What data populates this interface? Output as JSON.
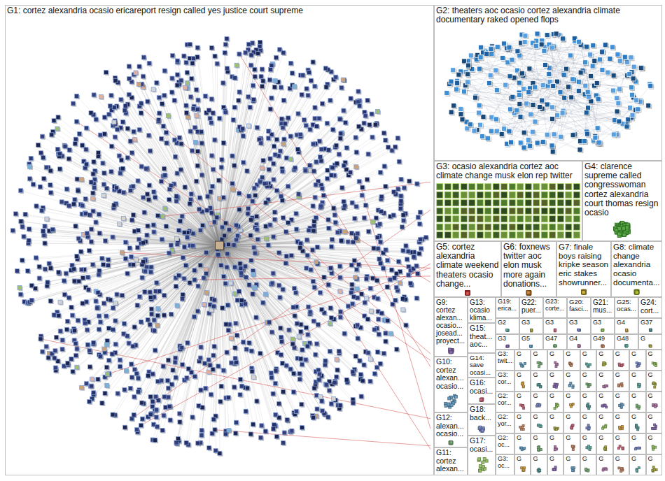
{
  "diagram": {
    "nodes": [
      {
        "text": [
          "G1: cortez alexandria ocasio ericareport resign called yes justice court supreme"
        ]
      },
      {
        "text": [
          "G2: theaters aoc ocasio cortez alexandria climate documentary raked opened flops"
        ]
      },
      {
        "text": [
          "G3: ocasio alexandria cortez aoc climate change musk elon rep twitter"
        ]
      },
      {
        "text": [
          "G4: clarence supreme called congresswoman cortez alexandria court thomas resign ocasio"
        ]
      },
      {
        "text": [
          "G5: cortez alexandria climate weekend theaters ocasio change..."
        ]
      },
      {
        "text": [
          "G6: foxnews twitter aoc elon musk more again donations..."
        ]
      },
      {
        "text": [
          "G7: finale boys raising kripke season eric stakes showrunner..."
        ]
      },
      {
        "text": [
          "G8: climate change alexandria ocasio documenta..."
        ]
      },
      {
        "text": [
          "G9: cortez alexan... ocasio... josead... proyect..."
        ]
      },
      {
        "text": [
          "G10: cortez alexan... ocasio..."
        ]
      },
      {
        "text": [
          "G12: alexan... ocasio..."
        ]
      },
      {
        "text": [
          "G11: cortez alexan..."
        ]
      },
      {
        "text": [
          "G13: ocasio klima..."
        ]
      },
      {
        "text": [
          "G15: theat... aoc..."
        ]
      },
      {
        "text": [
          "G14: save ocasi..."
        ]
      },
      {
        "text": [
          "G16: ocasi..."
        ]
      },
      {
        "text": [
          "G18: back..."
        ]
      },
      {
        "text": [
          "G17: ocasi..."
        ]
      },
      {
        "text": [
          "G19: erica..."
        ]
      },
      {
        "text": [
          "G22: puer..."
        ]
      },
      {
        "text": [
          "G23: corte..."
        ]
      },
      {
        "text": [
          "G20: fasci..."
        ]
      },
      {
        "text": [
          "G21: mus..."
        ]
      },
      {
        "text": [
          "G25: ocas..."
        ]
      },
      {
        "text": [
          "G24: cort..."
        ]
      },
      {
        "text": [
          "G2"
        ]
      },
      {
        "text": [
          "G3"
        ]
      },
      {
        "text": [
          "G3"
        ]
      },
      {
        "text": [
          "G3"
        ]
      },
      {
        "text": [
          "G3"
        ]
      },
      {
        "text": [
          "G4"
        ]
      },
      {
        "text": [
          "G37"
        ]
      },
      {
        "text": [
          "G3"
        ]
      },
      {
        "text": [
          "G5"
        ]
      },
      {
        "text": [
          "G47"
        ]
      },
      {
        "text": [
          "G4"
        ]
      },
      {
        "text": [
          "G49"
        ]
      },
      {
        "text": [
          "G48"
        ]
      },
      {
        "text": [
          "G"
        ]
      },
      {
        "text": [
          "G3: twit..."
        ]
      },
      {
        "text": [
          "G3: cor..."
        ]
      },
      {
        "text": [
          "G2: cor..."
        ]
      },
      {
        "text": [
          "G2: yor..."
        ]
      },
      {
        "text": [
          "G2: oc..."
        ]
      },
      {
        "text": [
          "G3: oc..."
        ]
      },
      {
        "text": [
          "G"
        ]
      },
      {
        "text": [
          "G"
        ]
      },
      {
        "text": [
          "G"
        ]
      },
      {
        "text": [
          "G"
        ]
      },
      {
        "text": [
          "G"
        ]
      },
      {
        "text": [
          "G"
        ]
      },
      {
        "text": [
          "G"
        ]
      },
      {
        "text": [
          "G"
        ]
      },
      {
        "text": [
          "G"
        ]
      },
      {
        "text": [
          "G"
        ]
      },
      {
        "text": [
          "G"
        ]
      },
      {
        "text": [
          "G"
        ]
      },
      {
        "text": [
          "G"
        ]
      },
      {
        "text": [
          "G"
        ]
      },
      {
        "text": [
          "G"
        ]
      },
      {
        "text": [
          "G"
        ]
      },
      {
        "text": [
          "G"
        ]
      },
      {
        "text": [
          "G"
        ]
      },
      {
        "text": [
          "G"
        ]
      },
      {
        "text": [
          "G"
        ]
      },
      {
        "text": [
          "G"
        ]
      },
      {
        "text": [
          "G"
        ]
      },
      {
        "text": [
          "G"
        ]
      },
      {
        "text": [
          "G"
        ]
      },
      {
        "text": [
          "G"
        ]
      },
      {
        "text": [
          "G"
        ]
      },
      {
        "text": [
          "G"
        ]
      },
      {
        "text": [
          "G"
        ]
      },
      {
        "text": [
          "G"
        ]
      },
      {
        "text": [
          "G"
        ]
      },
      {
        "text": [
          "G"
        ]
      },
      {
        "text": [
          "G"
        ]
      },
      {
        "text": [
          "G"
        ]
      },
      {
        "text": [
          "G"
        ]
      },
      {
        "text": [
          "G"
        ]
      },
      {
        "text": [
          "G"
        ]
      },
      {
        "text": [
          "G"
        ]
      },
      {
        "text": [
          "G"
        ]
      },
      {
        "text": [
          "G"
        ]
      },
      {
        "text": [
          "G"
        ]
      },
      {
        "text": [
          "G"
        ]
      },
      {
        "text": [
          "G"
        ]
      },
      {
        "text": [
          "G"
        ]
      },
      {
        "text": [
          "G"
        ]
      },
      {
        "text": [
          "G"
        ]
      },
      {
        "text": [
          "G"
        ]
      },
      {
        "text": [
          "G"
        ]
      },
      {
        "text": [
          "G"
        ]
      },
      {
        "text": [
          "G"
        ]
      },
      {
        "text": [
          "G"
        ]
      },
      {
        "text": [
          "G"
        ]
      },
      {
        "text": [
          "G"
        ]
      },
      {
        "text": [
          "G"
        ]
      },
      {
        "text": [
          "G"
        ]
      }
    ]
  }
}
